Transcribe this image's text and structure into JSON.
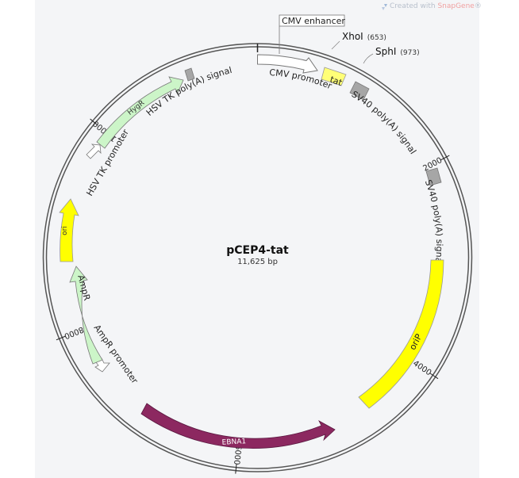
{
  "credit": {
    "prefix": "Created with ",
    "brand": "SnapGene",
    "mark": "®"
  },
  "plasmid": {
    "name": "pCEP4-tat",
    "length_label": "11,625 bp",
    "length_bp": 11625
  },
  "colors": {
    "panel_bg": "#f4f5f7",
    "backbone": "#555555",
    "hygr": "#ccf5c8",
    "ampr": "#ccf5c8",
    "ori": "#ffff00",
    "orip": "#ffff00",
    "tat": "#ffff77",
    "ebna1": "#8c2860",
    "cmv_promoter": "#ffffff",
    "polya": "#a6a6a6"
  },
  "ticks": [
    {
      "bp": 2000,
      "label": "2000"
    },
    {
      "bp": 4000,
      "label": "4000"
    },
    {
      "bp": 6000,
      "label": "6000"
    },
    {
      "bp": 8000,
      "label": "8000"
    },
    {
      "bp": 10000,
      "label": "10,000"
    }
  ],
  "sites": [
    {
      "name": "XhoI",
      "position": "(653)"
    },
    {
      "name": "SphI",
      "position": "(973)"
    }
  ],
  "features": [
    {
      "id": "cmv-enhancer-box",
      "label": "CMV enhancer",
      "type": "boxed-label"
    },
    {
      "id": "cmv-promoter",
      "label": "CMV promoter",
      "type": "promoter"
    },
    {
      "id": "tat",
      "label": "tat",
      "type": "cds"
    },
    {
      "id": "sv40-polya-1",
      "label": "SV40 poly(A) signal",
      "type": "terminator"
    },
    {
      "id": "sv40-polya-2",
      "label": "SV40 poly(A) signal",
      "type": "terminator"
    },
    {
      "id": "orip",
      "label": "oriP",
      "type": "rep_origin"
    },
    {
      "id": "ebna1",
      "label": "EBNA1",
      "type": "cds"
    },
    {
      "id": "ampr-promoter",
      "label": "AmpR promoter",
      "type": "promoter"
    },
    {
      "id": "ampr",
      "label": "AmpR",
      "type": "cds"
    },
    {
      "id": "ori",
      "label": "ori",
      "type": "rep_origin"
    },
    {
      "id": "hsv-tk-promoter",
      "label": "HSV TK promoter",
      "type": "promoter"
    },
    {
      "id": "hygr",
      "label": "HygR",
      "type": "cds"
    },
    {
      "id": "hsv-tk-polya",
      "label": "HSV TK poly(A) signal",
      "type": "terminator"
    }
  ]
}
